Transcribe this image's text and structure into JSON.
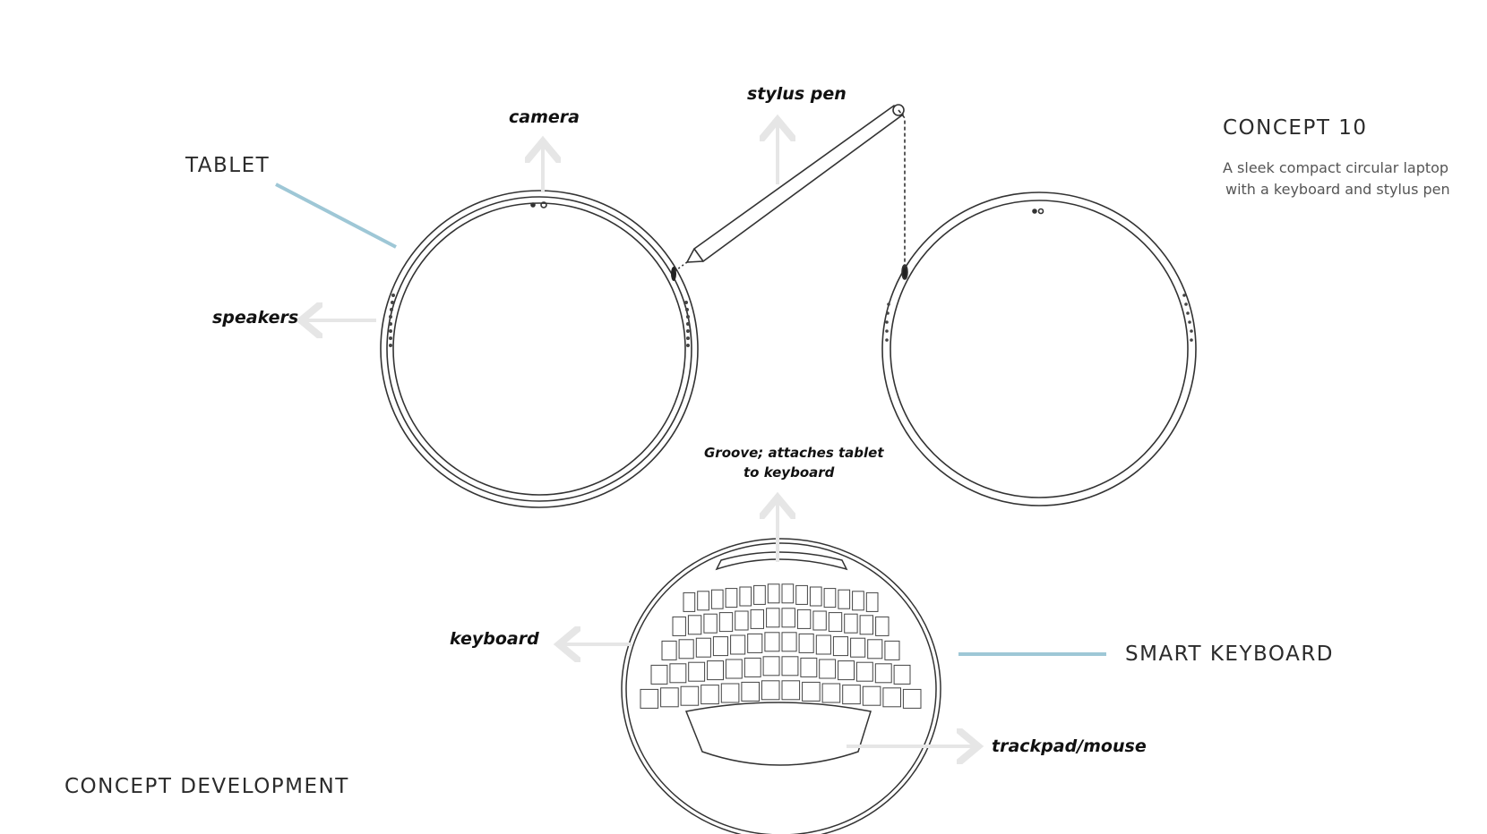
{
  "labels": {
    "tablet": "TABLET",
    "camera": "camera",
    "stylus_pen": "stylus pen",
    "speakers": "speakers",
    "groove_line1": "Groove;  attaches tablet",
    "groove_line2": "to keyboard",
    "keyboard": "keyboard",
    "smart_keyboard": "SMART KEYBOARD",
    "trackpad": "trackpad/mouse",
    "concept_title": "CONCEPT 10",
    "concept_desc_line1": "A sleek compact circular laptop",
    "concept_desc_line2": "with a keyboard and stylus pen",
    "concept_development": "CONCEPT DEVELOPMENT"
  },
  "colors": {
    "accent_line": "#9ec7d6",
    "arrow": "#e6e6e6",
    "sketch": "#333333"
  }
}
